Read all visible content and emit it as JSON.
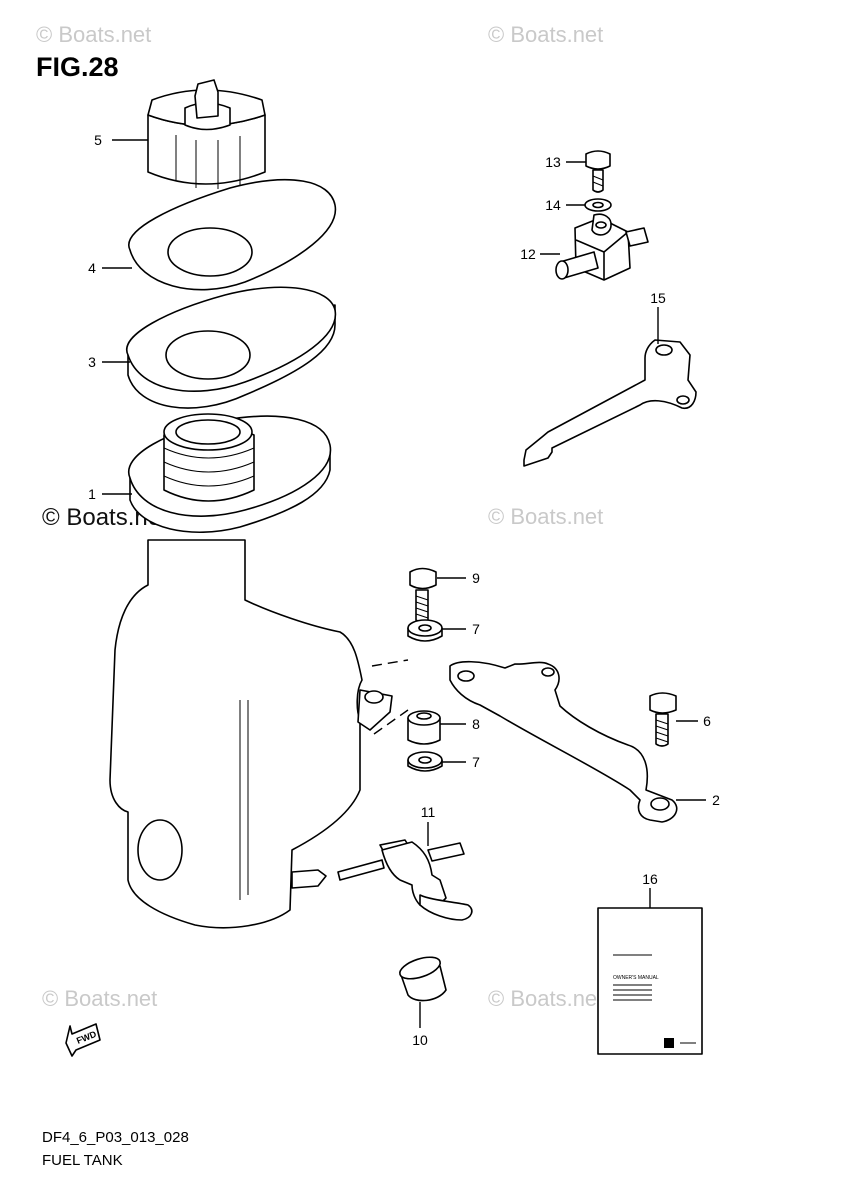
{
  "figure_title": "FIG.28",
  "watermarks": [
    "© Boats.net",
    "© Boats.net",
    "© Boats.net",
    "© Boats.net",
    "© Boats.net",
    "© Boats.net"
  ],
  "diagram_code": "DF4_6_P03_013_028",
  "caption": "FUEL TANK",
  "fwd_label": "FWD",
  "manual_label": "OWNER'S MANUAL",
  "callouts": {
    "c1": "1",
    "c2": "2",
    "c3": "3",
    "c4": "4",
    "c5": "5",
    "c6": "6",
    "c7a": "7",
    "c7b": "7",
    "c8": "8",
    "c9": "9",
    "c10": "10",
    "c11": "11",
    "c12": "12",
    "c13": "13",
    "c14": "14",
    "c15": "15",
    "c16": "16"
  }
}
